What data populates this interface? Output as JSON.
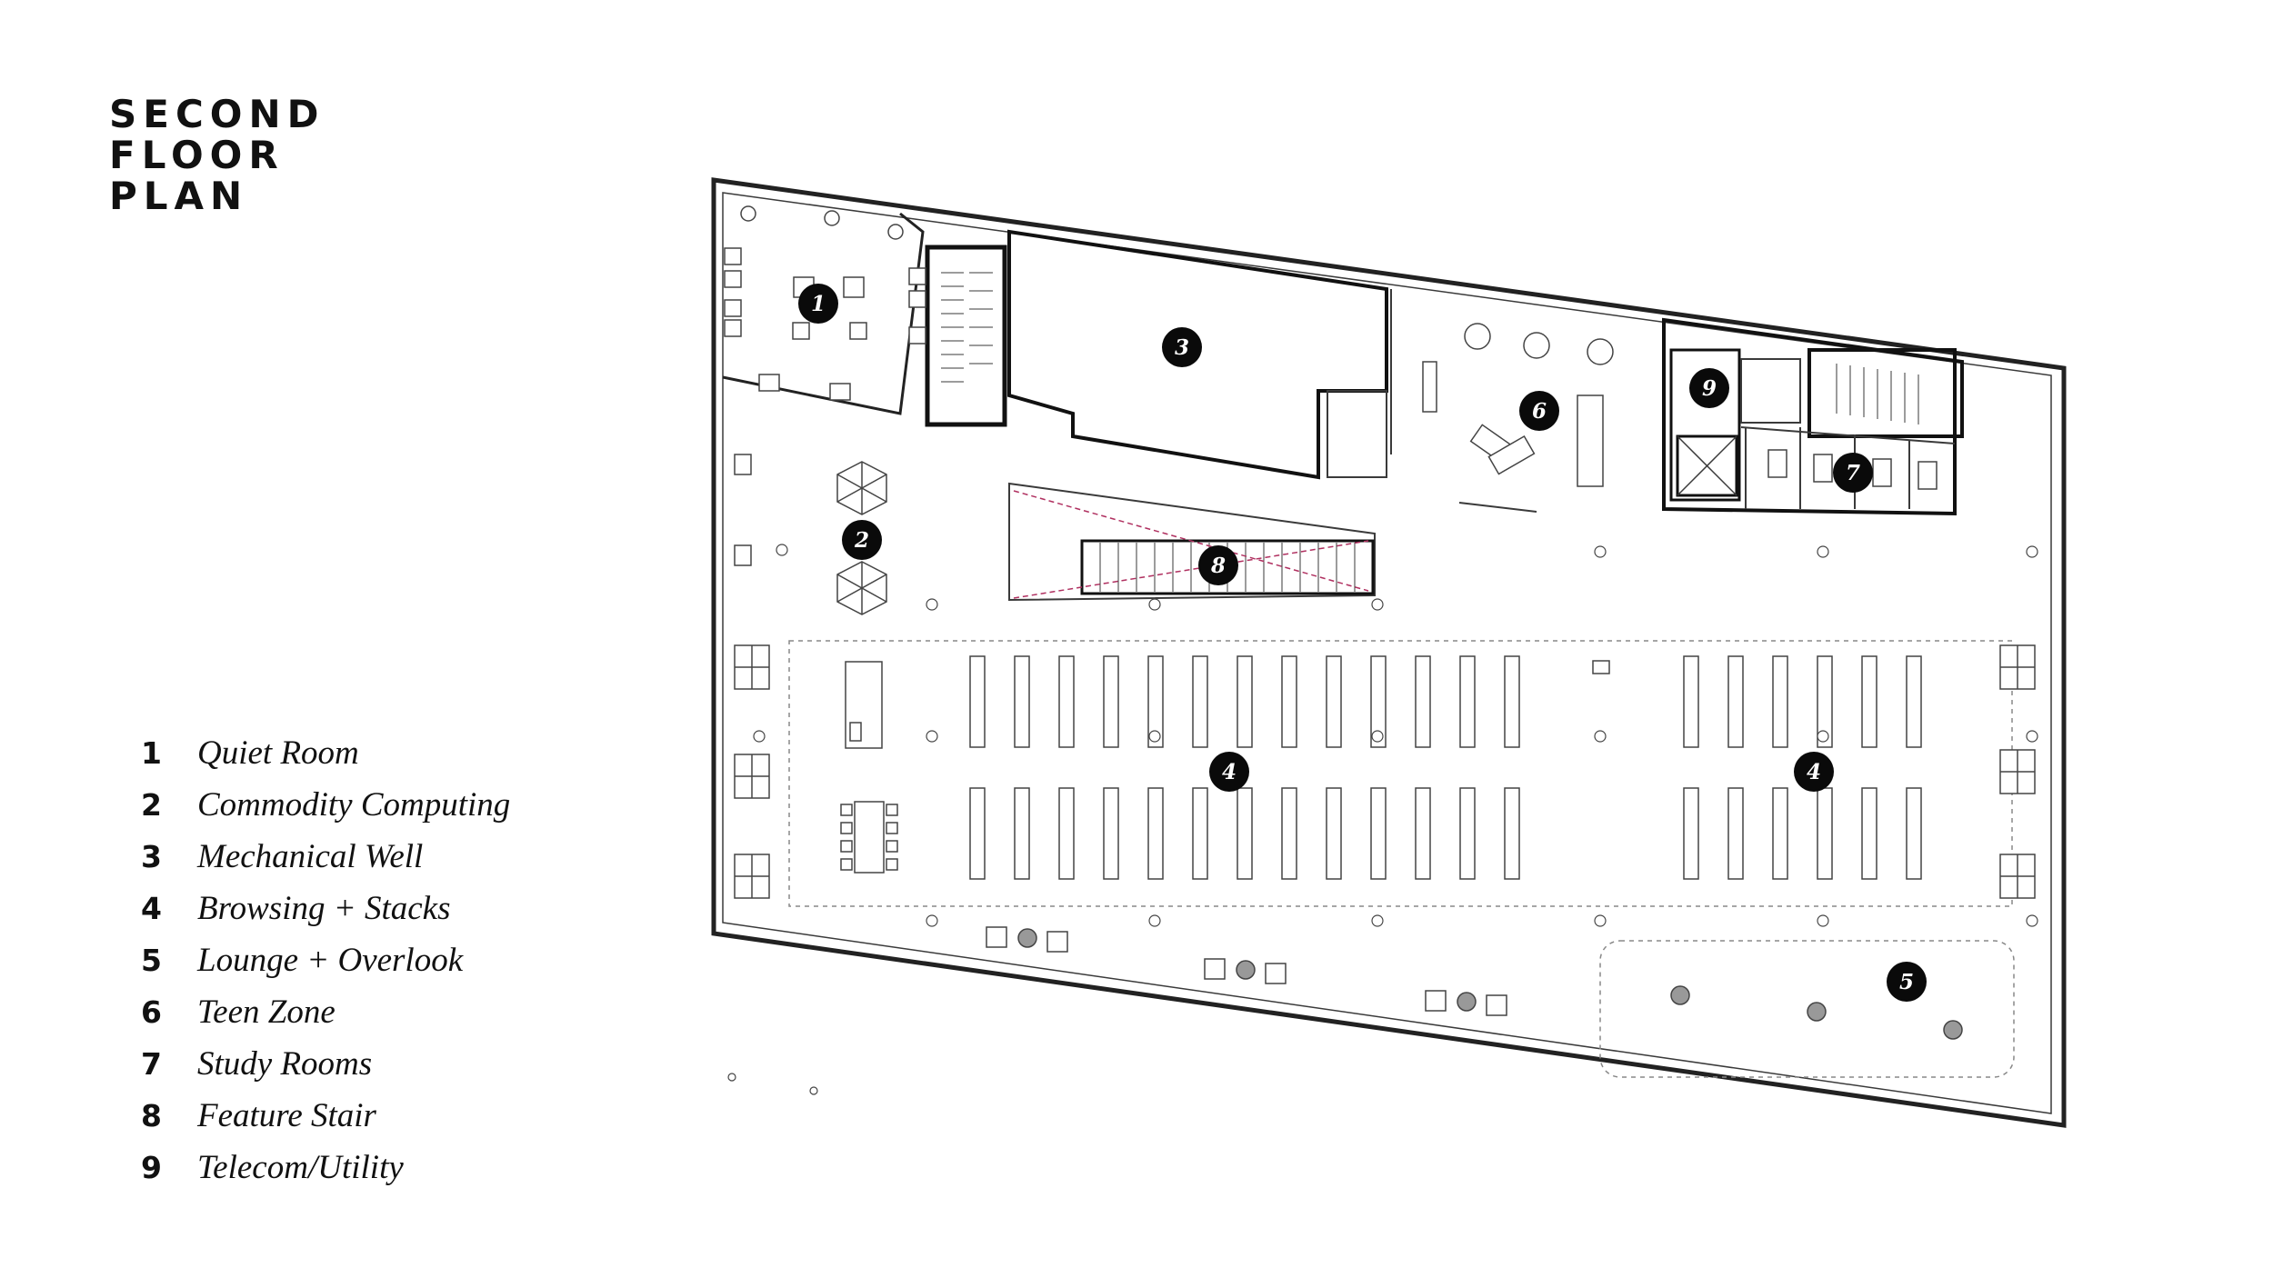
{
  "title": {
    "line1": "SECOND",
    "line2": "FLOOR",
    "line3": "PLAN"
  },
  "legend": [
    {
      "number": "1",
      "label": "Quiet Room"
    },
    {
      "number": "2",
      "label": "Commodity Computing"
    },
    {
      "number": "3",
      "label": "Mechanical Well"
    },
    {
      "number": "4",
      "label": "Browsing + Stacks"
    },
    {
      "number": "5",
      "label": "Lounge + Overlook"
    },
    {
      "number": "6",
      "label": "Teen Zone"
    },
    {
      "number": "7",
      "label": "Study Rooms"
    },
    {
      "number": "8",
      "label": "Feature Stair"
    },
    {
      "number": "9",
      "label": "Telecom/Utility"
    }
  ],
  "markers": [
    "1",
    "2",
    "3",
    "4",
    "4",
    "5",
    "6",
    "7",
    "8",
    "9"
  ],
  "colors": {
    "ink": "#111111",
    "line": "#3a3a3a",
    "marker_fill": "#0a0a0a",
    "marker_text": "#ffffff",
    "stair_accent": "#b03060"
  }
}
